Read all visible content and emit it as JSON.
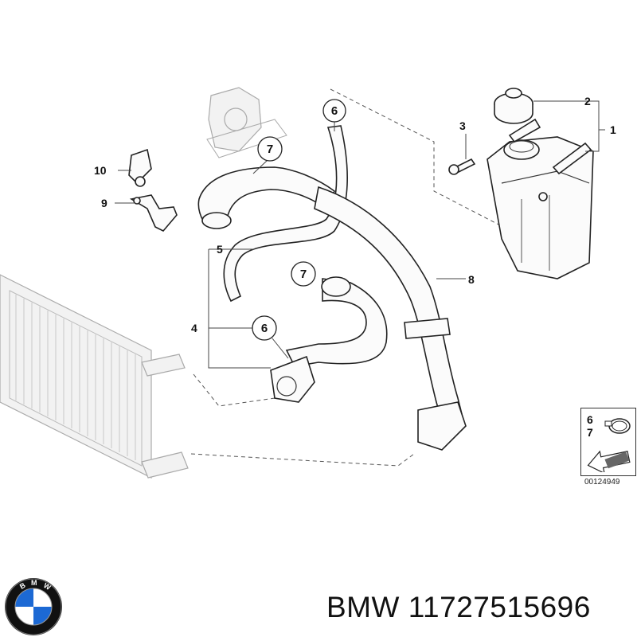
{
  "diagram": {
    "part_labels": {
      "p1": "1",
      "p2": "2",
      "p3": "3",
      "p4": "4",
      "p5": "5",
      "p8": "8",
      "p9": "9",
      "p10": "10"
    },
    "circled_labels": {
      "c6a": "6",
      "c7a": "7",
      "c7b": "7",
      "c6b": "6"
    },
    "legend": {
      "num_top": "6",
      "num_bottom": "7"
    },
    "ref_code": "00124949"
  },
  "caption": {
    "brand": "BMW",
    "part_number": "11727515696"
  },
  "logo": {
    "letters": "BMW",
    "colors": {
      "blue": "#1c69d4",
      "ring": "#111111",
      "white": "#ffffff"
    }
  }
}
